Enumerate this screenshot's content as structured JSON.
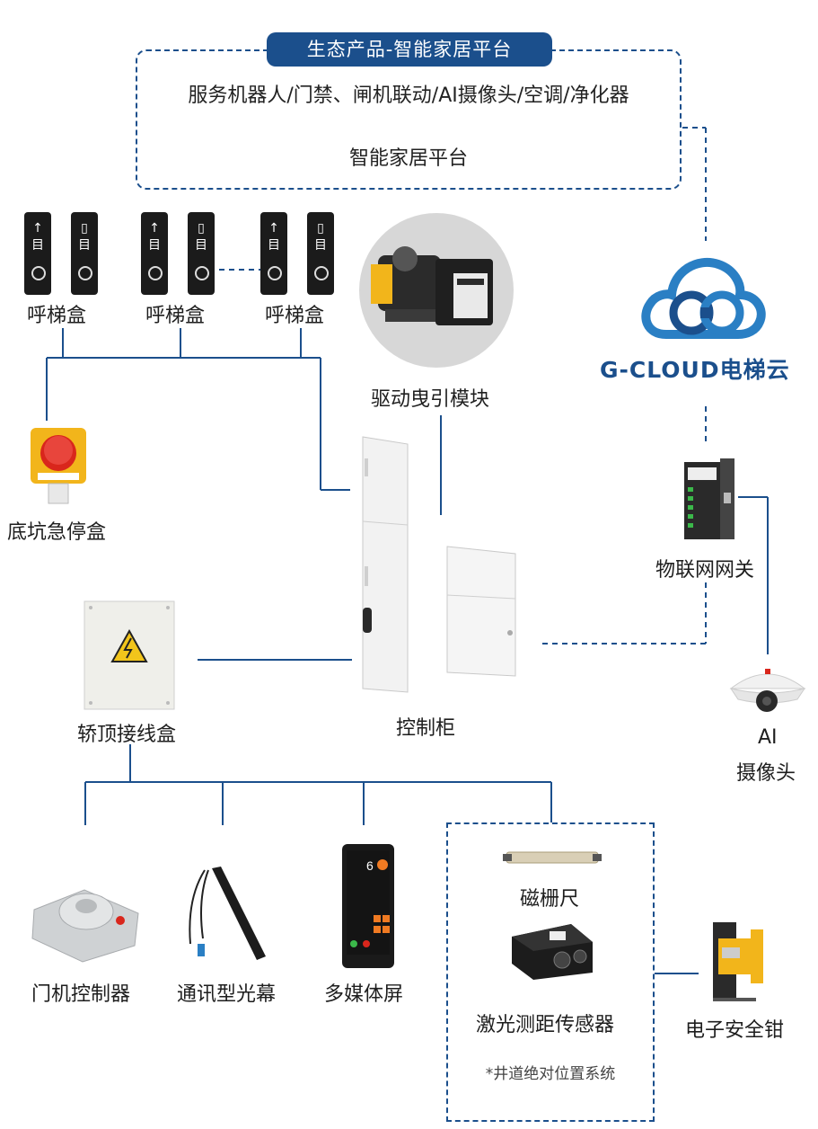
{
  "eco_platform": {
    "tag": "生态产品-智能家居平台",
    "line1": "服务机器人/门禁、闸机联动/AI摄像头/空调/净化器",
    "line2": "智能家居平台"
  },
  "cloud": {
    "logo_text": "G-CLOUD电梯云"
  },
  "components": {
    "call_box_1": "呼梯盒",
    "call_box_2": "呼梯盒",
    "call_box_3": "呼梯盒",
    "drive_module": "驱动曳引模块",
    "pit_stop_box": "底坑急停盒",
    "iot_gateway": "物联网网关",
    "control_cabinet": "控制柜",
    "car_top_box": "轿顶接线盒",
    "ai_camera_line1": "AI",
    "ai_camera_line2": "摄像头",
    "door_controller": "门机控制器",
    "light_curtain": "通讯型光幕",
    "media_screen": "多媒体屏",
    "magnetic_scale": "磁栅尺",
    "laser_sensor": "激光测距传感器",
    "positioning_note": "*井道绝对位置系统",
    "safety_gear": "电子安全钳"
  },
  "colors": {
    "brand_blue": "#1b4f8c",
    "cloud_blue": "#2a7fc4",
    "warning_yellow": "#f2b51b",
    "stop_red": "#d9261c"
  },
  "icons": [
    "call-box-icon",
    "traction-machine-icon",
    "cloud-logo-icon",
    "emergency-stop-icon",
    "gateway-icon",
    "control-cabinet-icon",
    "junction-box-icon",
    "dome-camera-icon",
    "door-operator-icon",
    "light-curtain-icon",
    "media-screen-icon",
    "magnetic-scale-icon",
    "laser-sensor-icon",
    "safety-gear-icon"
  ]
}
